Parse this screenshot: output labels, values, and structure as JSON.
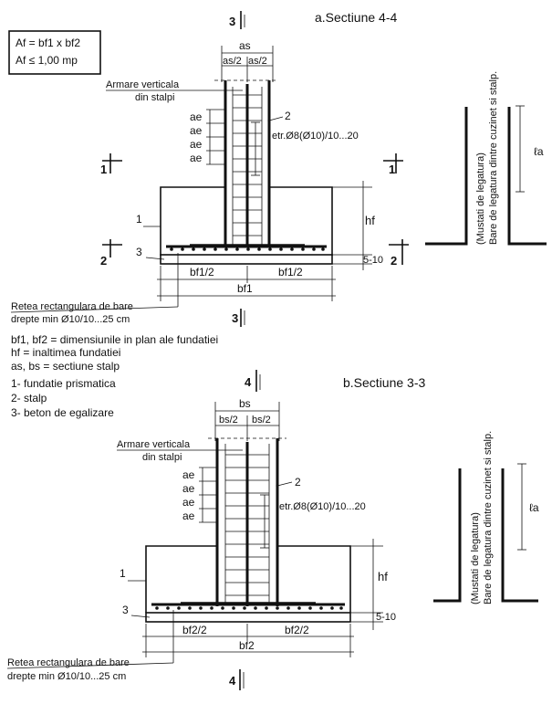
{
  "formulas": {
    "area": "Af = bf1 x bf2",
    "limit": "Af ≤ 1,00 mp"
  },
  "section_a": {
    "title": "a.Sectiune 4-4",
    "cut_mark_top": "3",
    "cut_mark_bottom": "3",
    "cut_1_left": "1",
    "cut_1_right": "1",
    "cut_2_left": "2",
    "cut_2_right": "2",
    "dim_col": "as",
    "dim_col_half_left": "as/2",
    "dim_col_half_right": "as/2",
    "vertical_rebar_line1": "Armare verticala",
    "vertical_rebar_line2": "din stalpi",
    "ae_labels": [
      "ae",
      "ae",
      "ae",
      "ae"
    ],
    "label_2": "2",
    "stirrups": "etr.Ø8(Ø10)/10...20",
    "label_1": "1",
    "label_3": "3",
    "hf": "hf",
    "blinding": "5-10",
    "dim_base_half_left": "bf1/2",
    "dim_base_half_right": "bf1/2",
    "dim_base": "bf1",
    "mesh_line1": "Retea rectangulara de bare",
    "mesh_line2": "drepte min Ø10/10...25 cm",
    "starter_line1": "(Mustati de legatura)",
    "starter_line2": "Bare de legatura dintre cuzinet si stalp.",
    "la": "ℓa"
  },
  "legend": {
    "dims": "bf1, bf2 = dimensiunile in plan ale fundatiei",
    "hf": "hf = inaltimea fundatiei",
    "col": "as, bs = sectiune stalp",
    "item1": "1- fundatie prismatica",
    "item2": "2- stalp",
    "item3": "3- beton de egalizare"
  },
  "section_b": {
    "title": "b.Sectiune 3-3",
    "cut_mark_top": "4",
    "cut_mark_bottom": "4",
    "dim_col": "bs",
    "dim_col_half_left": "bs/2",
    "dim_col_half_right": "bs/2",
    "vertical_rebar_line1": "Armare verticala",
    "vertical_rebar_line2": "din stalpi",
    "ae_labels": [
      "ae",
      "ae",
      "ae",
      "ae"
    ],
    "label_2": "2",
    "stirrups": "etr.Ø8(Ø10)/10...20",
    "label_1": "1",
    "label_3": "3",
    "hf": "hf",
    "blinding": "5-10",
    "dim_base_half_left": "bf2/2",
    "dim_base_half_right": "bf2/2",
    "dim_base": "bf2",
    "mesh_line1": "Retea rectangulara de bare",
    "mesh_line2": "drepte min Ø10/10...25 cm",
    "starter_line1": "(Mustati de legatura)",
    "starter_line2": "Bare de legatura dintre cuzinet si stalp.",
    "la": "ℓa"
  }
}
